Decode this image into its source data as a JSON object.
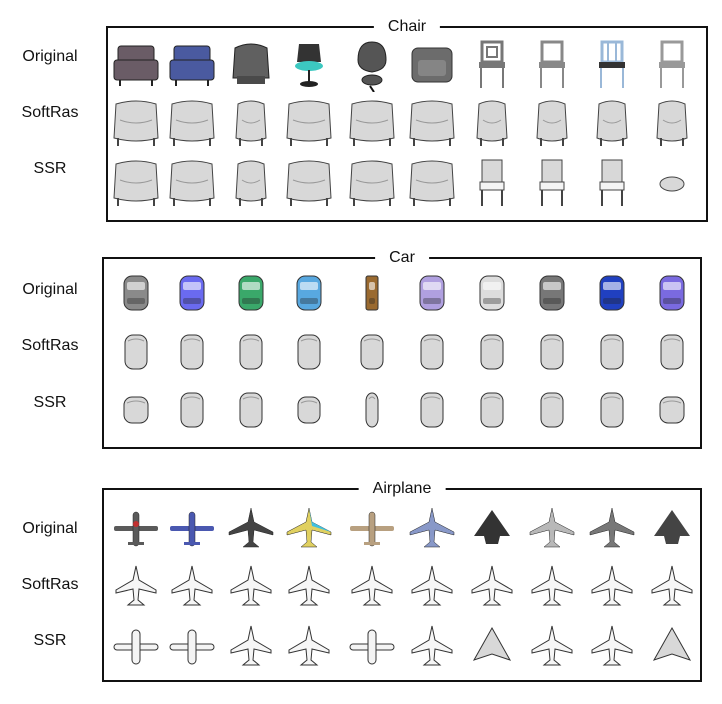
{
  "figure": {
    "panels": [
      {
        "id": "chair",
        "title": "Chair",
        "rows": [
          {
            "label": "Original",
            "kind": "chair-orig"
          },
          {
            "label": "SoftRas",
            "kind": "chair-soft"
          },
          {
            "label": "SSR",
            "kind": "chair-ssr"
          }
        ]
      },
      {
        "id": "car",
        "title": "Car",
        "rows": [
          {
            "label": "Original",
            "kind": "car-orig"
          },
          {
            "label": "SoftRas",
            "kind": "car-soft"
          },
          {
            "label": "SSR",
            "kind": "car-ssr"
          }
        ]
      },
      {
        "id": "airplane",
        "title": "Airplane",
        "rows": [
          {
            "label": "Original",
            "kind": "plane-orig"
          },
          {
            "label": "SoftRas",
            "kind": "plane-soft"
          },
          {
            "label": "SSR",
            "kind": "plane-ssr"
          }
        ]
      }
    ],
    "colors": {
      "chair_original": [
        "#6a5c66",
        "#4a5aa0",
        "#606060",
        "#3cc8c0",
        "#555555",
        "#6c6c6c",
        "#777777",
        "#888888",
        "#9ab8d8",
        "#999999"
      ],
      "car_original": [
        "#8a8a8a",
        "#6a6af0",
        "#3aa86a",
        "#58a8e0",
        "#9a6a30",
        "#b0a0e0",
        "#dddddd",
        "#777777",
        "#2040c0",
        "#7a6ae0"
      ],
      "plane_original": [
        "#5a5a5a",
        "#4a58b0",
        "#444444",
        "#e0d060",
        "#b8a080",
        "#8898c8",
        "#333333",
        "#b8b8b8",
        "#777777",
        "#444444"
      ],
      "reconstruction_grey": "#d8d8d8"
    }
  }
}
